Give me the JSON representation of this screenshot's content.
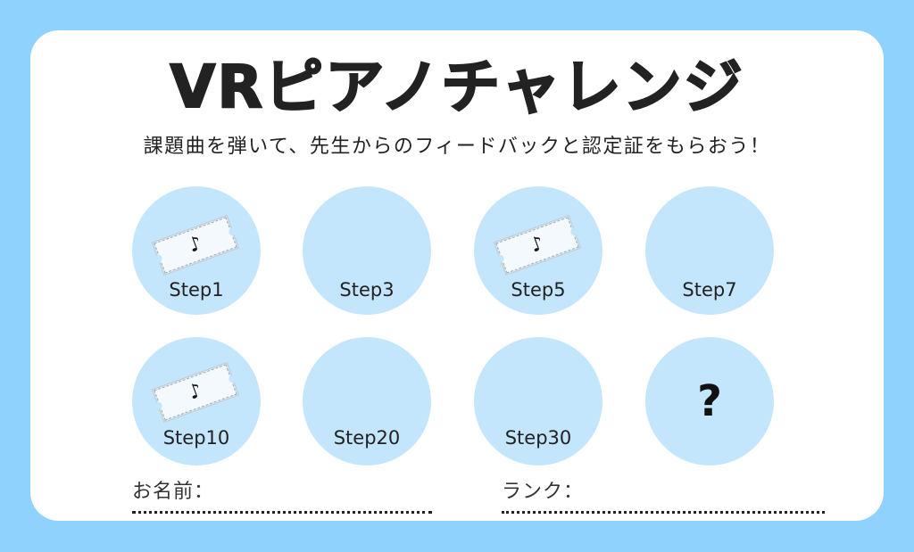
{
  "card": {
    "title": "VRピアノチャレンジ",
    "subtitle": "課題曲を弾いて、先生からのフィードバックと認定証をもらおう！"
  },
  "stamps": [
    {
      "label": "Step1",
      "stamped": true,
      "icon": "music-note-ticket-icon",
      "glyph": "♪"
    },
    {
      "label": "Step3",
      "stamped": false
    },
    {
      "label": "Step5",
      "stamped": true,
      "icon": "music-note-ticket-icon",
      "glyph": "♪"
    },
    {
      "label": "Step7",
      "stamped": false
    },
    {
      "label": "Step10",
      "stamped": true,
      "icon": "music-note-ticket-icon",
      "glyph": "♪"
    },
    {
      "label": "Step20",
      "stamped": false
    },
    {
      "label": "Step30",
      "stamped": false
    },
    {
      "label": "",
      "mystery": true,
      "glyph": "?"
    }
  ],
  "fields": {
    "name_label": "お名前：",
    "name_value": "",
    "rank_label": "ランク：",
    "rank_value": ""
  },
  "colors": {
    "background": "#8ed2fd",
    "card": "#ffffff",
    "stamp_circle": "#c3e6fd",
    "text": "#222222"
  }
}
